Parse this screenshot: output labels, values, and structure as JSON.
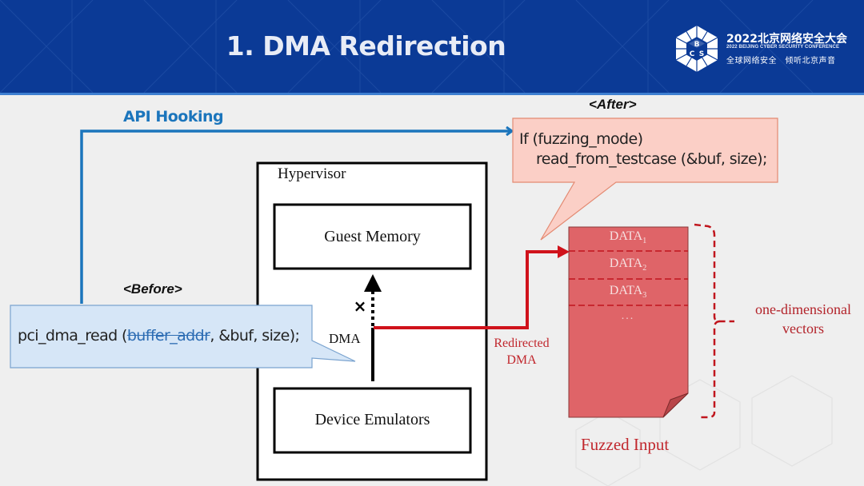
{
  "header": {
    "title": "1. DMA Redirection",
    "logo": {
      "icon": "bcs-cube-logo-icon",
      "title": "2022北京网络安全大会",
      "subtitle": "2022 BEIJING CYBER SECURITY CONFERENCE",
      "slogan": "全球网络安全　倾听北京声音",
      "letters": [
        "B",
        "C",
        "S"
      ]
    }
  },
  "diagram": {
    "api_hooking_label": "API Hooking",
    "after": {
      "label": "<After>",
      "code_line1": "If (fuzzing_mode)",
      "code_line2": "read_from_testcase (&buf, size);"
    },
    "before": {
      "label": "<Before>",
      "code_prefix": "pci_dma_read (",
      "code_struck": "buffer_addr",
      "code_suffix": ", &buf, size);"
    },
    "hypervisor": {
      "label": "Hypervisor",
      "guest_memory": "Guest Memory",
      "device_emulators": "Device Emulators",
      "dma_label": "DMA",
      "blocked_mark": "×"
    },
    "redirected_dma_label": "Redirected DMA",
    "fuzzed_input": {
      "label": "Fuzzed Input",
      "rows": [
        {
          "name": "DATA",
          "sub": "1"
        },
        {
          "name": "DATA",
          "sub": "2"
        },
        {
          "name": "DATA",
          "sub": "3"
        }
      ],
      "ellipsis": "..."
    },
    "brace_label": "one-dimensional vectors"
  },
  "colors": {
    "header_bg": "#0b3a96",
    "api_blue": "#1b75bc",
    "after_box_fill": "#fbcfc6",
    "after_box_stroke": "#e07a5f",
    "before_box_fill": "#d6e6f7",
    "before_box_stroke": "#7aa3cf",
    "redirect_red": "#d0121b",
    "fuzzed_fill": "#df6468",
    "label_red": "#c1272d"
  }
}
